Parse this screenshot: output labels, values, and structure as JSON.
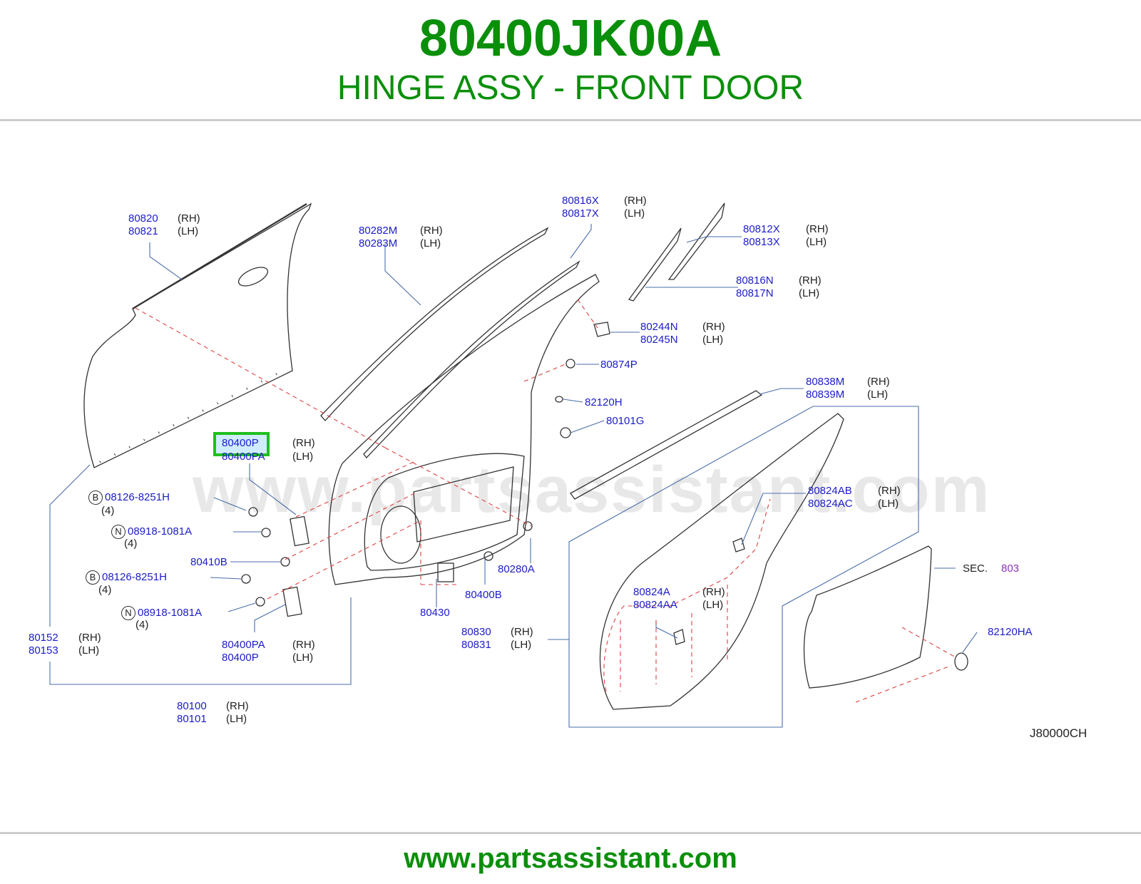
{
  "header": {
    "part_number": "80400JK00A",
    "part_name": "HINGE ASSY - FRONT DOOR"
  },
  "footer": {
    "url": "www.partsassistant.com"
  },
  "colors": {
    "brand_green": "#0a8f0a",
    "callout_blue": "#1c1cc8",
    "highlight": "#1fbf1f",
    "dashed_red": "#e04040"
  },
  "diagram": {
    "watermark": "www.partsassistant.com",
    "code": "J80000CH",
    "callouts": [
      {
        "n1": "80820",
        "n2": "80821",
        "s1": "(RH)",
        "s2": "(LH)"
      },
      {
        "n1": "80282M",
        "n2": "80283M",
        "s1": "(RH)",
        "s2": "(LH)"
      },
      {
        "n1": "80816X",
        "n2": "80817X",
        "s1": "(RH)",
        "s2": "(LH)"
      },
      {
        "n1": "80812X",
        "n2": "80813X",
        "s1": "(RH)",
        "s2": "(LH)"
      },
      {
        "n1": "80816N",
        "n2": "80817N",
        "s1": "(RH)",
        "s2": "(LH)"
      },
      {
        "n1": "80244N",
        "n2": "80245N",
        "s1": "(RH)",
        "s2": "(LH)"
      },
      {
        "n1": "80874P"
      },
      {
        "n1": "82120H"
      },
      {
        "n1": "80101G"
      },
      {
        "n1": "80838M",
        "n2": "80839M",
        "s1": "(RH)",
        "s2": "(LH)"
      },
      {
        "n1": "80400P",
        "n2": "80400PA",
        "s1": "(RH)",
        "s2": "(LH)"
      },
      {
        "badge": "B",
        "n1": "08126-8251H",
        "qty": "(4)"
      },
      {
        "badge": "N",
        "n1": "08918-1081A",
        "qty": "(4)"
      },
      {
        "n1": "80410B"
      },
      {
        "badge": "B",
        "n1": "08126-8251H",
        "qty": "(4)"
      },
      {
        "badge": "N",
        "n1": "08918-1081A",
        "qty": "(4)"
      },
      {
        "n1": "80152",
        "n2": "80153",
        "s1": "(RH)",
        "s2": "(LH)"
      },
      {
        "n1": "80400PA",
        "n2": "80400P",
        "s1": "(RH)",
        "s2": "(LH)"
      },
      {
        "n1": "80100",
        "n2": "80101",
        "s1": "(RH)",
        "s2": "(LH)"
      },
      {
        "n1": "80280A"
      },
      {
        "n1": "80400B"
      },
      {
        "n1": "80430"
      },
      {
        "n1": "80830",
        "n2": "80831",
        "s1": "(RH)",
        "s2": "(LH)"
      },
      {
        "n1": "80824AB",
        "n2": "80824AC",
        "s1": "(RH)",
        "s2": "(LH)"
      },
      {
        "n1": "80824A",
        "n2": "80824AA",
        "s1": "(RH)",
        "s2": "(LH)"
      },
      {
        "prefix": "SEC.",
        "n1": "803"
      },
      {
        "n1": "82120HA"
      }
    ]
  }
}
